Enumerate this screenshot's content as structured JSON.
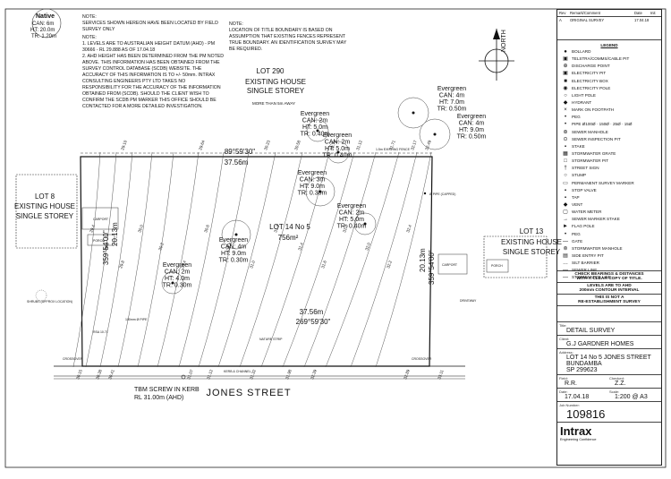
{
  "notes": {
    "native_block": {
      "title": "Native",
      "can": "CAN: 6m",
      "ht": "HT: 20.0m",
      "tr": "TR: 1.20m"
    },
    "left_note_1": "NOTE:\nSERVICES SHOWN HEREON HAVE BEEN LOCATED BY FIELD\nSURVEY ONLY",
    "left_note_2": "NOTE:\n1. LEVELS ARE TO AUSTRALIAN HEIGHT DATUM (AHD) - PM\n30666 - RL 29.888 AS OF 17.04.18\n2. AHD HEIGHT HAS BEEN DETERMINED FROM THE PM NOTED\nABOVE. THIS INFORMATION HAS BEEN OBTAINED FROM THE\nSURVEY CONTROL DATABASE (SCDB) WEBSITE. THE\nACCURACY OF THIS INFORMATION IS TO +/- 50mm. INTRAX\nCONSULTING ENGINEERS PTY LTD TAKES NO\nRESPONSIBILITY FOR THE ACCURACY OF THE INFORMATION\nOBTAINED FROM (SCDB). SHOULD THE CLIENT WISH TO\nCONFIRM THE SCDB PM MARKER THIS OFFICE SHOULD BE\nCONTACTED FOR A MORE DETAILED INVESTIGATION.",
    "mid_note": "NOTE:\nLOCATION OF TITLE BOUNDARY IS BASED ON\nASSUMPTION THAT EXISTING FENCES REPRESENT\nTRUE BOUNDARY. AN IDENTIFICATION SURVEY MAY\nBE REQUIRED."
  },
  "plan": {
    "north": "NORTH",
    "lot290": "LOT 290",
    "lot290_house": "EXISTING HOUSE",
    "lot290_storey": "SINGLE STOREY",
    "lot290_note": "MORE THAN 5m AWAY",
    "lot8": "LOT 8",
    "lot8_house": "EXISTING HOUSE",
    "lot8_storey": "SINGLE STOREY",
    "lot13": "LOT 13",
    "lot13_house": "EXISTING HOUSE",
    "lot13_storey": "SINGLE STOREY",
    "subject_lot": "LOT 14 No 5",
    "subject_area": "756m²",
    "top_bearing": "89°59'30\"",
    "top_distance": "37.56m",
    "bottom_distance": "37.56m",
    "bottom_bearing": "269°59'30\"",
    "left_bearing": "359°54'00\"",
    "left_distance": "20.13m",
    "right_bearing": "359°54'00\"",
    "right_distance": "20.13m",
    "street": "JONES STREET",
    "tbm_line1": "TBM SCREW IN KERB",
    "tbm_line2": "RL 31.00m (AHD)",
    "carport": "CARPORT",
    "porch": "PORCH",
    "driveway": "DRIVEWAY",
    "kerb": "KERB & CHANNEL",
    "nature_strip": "NATURE STRIP",
    "crossover_l": "CROSSOVER",
    "crossover_r": "CROSSOVER",
    "shrubs": "SHRUBS\n(APPROX LOCATION)",
    "rsa": "RSA 10.71",
    "pipe": "100mm Ø PIPE",
    "fence1": "1.5m EXISTING FENCE",
    "pipe_capped": "Ø PIPE (CAPPED)"
  },
  "trees": [
    {
      "name": "Evergreen",
      "can": "CAN: 4m",
      "ht": "HT: 7.0m",
      "tr": "TR: 0.50m"
    },
    {
      "name": "Evergreen",
      "can": "CAN: 4m",
      "ht": "HT: 9.0m",
      "tr": "TR: 0.50m"
    },
    {
      "name": "Evergreen",
      "can": "CAN: 2m",
      "ht": "HT: 5.0m",
      "tr": "TR: 0.40m"
    },
    {
      "name": "Evergreen",
      "can": "CAN: 2m",
      "ht": "HT: 5.0m",
      "tr": "TR: 0.40m"
    },
    {
      "name": "Evergreen",
      "can": "CAN: 3m",
      "ht": "HT: 9.0m",
      "tr": "TR: 0.30m"
    },
    {
      "name": "Evergreen",
      "can": "CAN: 2m",
      "ht": "HT: 5.0m",
      "tr": "TR: 0.40m"
    },
    {
      "name": "Evergreen",
      "can": "CAN: 4m",
      "ht": "HT: 9.0m",
      "tr": "TR: 0.30m"
    },
    {
      "name": "Evergreen",
      "can": "CAN: 2m",
      "ht": "HT: 4.0m",
      "tr": "TR: 0.30m"
    }
  ],
  "contours": [
    "29.4",
    "29.6",
    "29.8",
    "30.0",
    "30.2",
    "30.4",
    "30.6",
    "30.8",
    "31.0",
    "31.2",
    "31.4",
    "31.6",
    "31.8",
    "32.0",
    "32.2",
    "32.4"
  ],
  "spot_levels_top": [
    "29.10",
    "29.64",
    "30.23",
    "30.58",
    "30.71",
    "31.12",
    "31.71",
    "32.17",
    "32.49"
  ],
  "spot_levels_bottom": [
    "30.15",
    "30.38",
    "30.41",
    "31.07",
    "31.12",
    "31.32",
    "31.98",
    "32.39",
    "32.89",
    "33.11"
  ],
  "titleblock": {
    "hdr": {
      "rev": "Rev",
      "remark": "Remark/Comment",
      "date": "Date",
      "init": "Init"
    },
    "rev_row": {
      "rev": "A",
      "remark": "ORIGINAL SURVEY",
      "date": "17.04.18",
      "init": ""
    },
    "legend_title": "LEGEND",
    "legend": [
      {
        "icon": "bollard-icon",
        "sym": "●",
        "label": "BOLLARD"
      },
      {
        "icon": "telstra-pit-icon",
        "sym": "▣",
        "label": "TELSTRA/COMMS/CABLE PIT"
      },
      {
        "icon": "discharge-point-icon",
        "sym": "⊕",
        "label": "DISCHARGE POINT"
      },
      {
        "icon": "electricity-pit-icon",
        "sym": "▣",
        "label": "ELECTRICITY PIT"
      },
      {
        "icon": "electricity-box-icon",
        "sym": "■",
        "label": "ELECTRICITY BOX"
      },
      {
        "icon": "electricity-pole-icon",
        "sym": "◉",
        "label": "ELECTRICITY POLE"
      },
      {
        "icon": "light-pole-icon",
        "sym": "○",
        "label": "LIGHT POLE"
      },
      {
        "icon": "hydrant-icon",
        "sym": "◆",
        "label": "HYDRANT"
      },
      {
        "icon": "mark-footpath-icon",
        "sym": "×",
        "label": "MARK ON FOOTPATH"
      },
      {
        "icon": "peg-icon",
        "sym": "•",
        "label": "PEG"
      },
      {
        "icon": "pipe-icon",
        "sym": "•",
        "label": "PIPE Ø100Ø · 150Ø · 25Ø · 15Ø"
      },
      {
        "icon": "sewer-manhole-icon",
        "sym": "⊛",
        "label": "SEWER MANHOLE"
      },
      {
        "icon": "sewer-inspection-icon",
        "sym": "⊙",
        "label": "SEWER INSPECTION PIT"
      },
      {
        "icon": "stake-icon",
        "sym": "▪",
        "label": "STAKE"
      },
      {
        "icon": "stormwater-grate-icon",
        "sym": "▦",
        "label": "STORMWATER GRATE"
      },
      {
        "icon": "stormwater-pit-icon",
        "sym": "□",
        "label": "STORMWATER PIT"
      },
      {
        "icon": "street-sign-icon",
        "sym": "†",
        "label": "STREET SIGN"
      },
      {
        "icon": "stump-icon",
        "sym": "○",
        "label": "STUMP"
      },
      {
        "icon": "survey-marker-icon",
        "sym": "▭",
        "label": "PERMANENT SURVEY MARKER"
      },
      {
        "icon": "stop-valve-icon",
        "sym": "▪",
        "label": "STOP VALVE"
      },
      {
        "icon": "tap-icon",
        "sym": "▪",
        "label": "TAP"
      },
      {
        "icon": "vent-icon",
        "sym": "◆",
        "label": "VENT"
      },
      {
        "icon": "water-meter-icon",
        "sym": "▢",
        "label": "WATER METER"
      },
      {
        "icon": "sewer-marker-icon",
        "sym": "→",
        "label": "SEWER MARKER STAKE"
      },
      {
        "icon": "flag-pole-icon",
        "sym": "►",
        "label": "FLAG POLE"
      },
      {
        "icon": "peg-2-icon",
        "sym": "•",
        "label": "PEG"
      },
      {
        "icon": "gate-icon",
        "sym": "—",
        "label": "GATE"
      },
      {
        "icon": "stormwater-manhole-icon",
        "sym": "⊚",
        "label": "STORMWATER MANHOLE"
      },
      {
        "icon": "side-entry-pit-icon",
        "sym": "▤",
        "label": "SIDE ENTRY PIT"
      },
      {
        "icon": "silt-barrier-icon",
        "sym": "…",
        "label": "SILT BARRIER"
      },
      {
        "icon": "sewer-line-icon",
        "sym": "—",
        "label": "SEWER LINE"
      },
      {
        "icon": "stormwater-line-icon",
        "sym": "—",
        "label": "STORMWATER LINE"
      }
    ],
    "check1": "CHECK BEARINGS & DISTANCES",
    "check2": "WITH A CLEAR COPY OF TITLE.",
    "levels1": "LEVELS ARE TO AHD",
    "levels2": "200mm CONTOUR INTERVAL",
    "not1": "THIS IS NOT A",
    "not2": "RE-ESTABLISHMENT SURVEY",
    "title_label": "Title:",
    "title_value": "DETAIL SURVEY",
    "client_label": "Client:",
    "client_value": "G.J GARDNER HOMES",
    "address_label": "Address:",
    "address_line1": "LOT 14 No 5 JONES STREET",
    "address_line2": "BUNDAMBA",
    "address_line3": "SP 299623",
    "field_label": "Field:",
    "field_value": "R.R.",
    "checked_label": "Checked:",
    "checked_value": "Z.Z.",
    "date_label": "Date:",
    "date_value": "17.04.18",
    "scale_label": "Scale:",
    "scale_value": "1:200",
    "sheet_value": "@ A3",
    "job_label": "Job Number:",
    "job_value": "109816",
    "company": "Intrax",
    "company_sub": "Engineering Confidence"
  }
}
